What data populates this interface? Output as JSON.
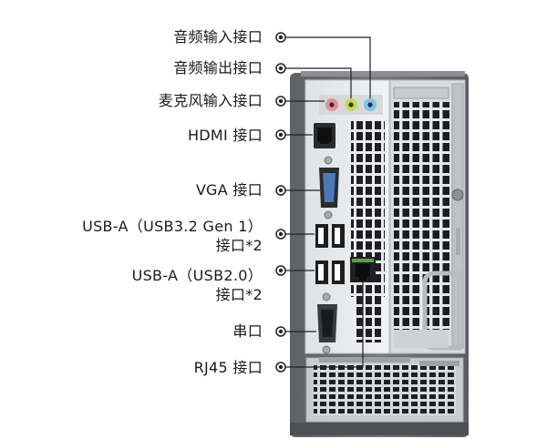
{
  "labels": [
    {
      "name": "audio-in-label",
      "text": "音频输入接口"
    },
    {
      "name": "audio-out-label",
      "text": "音频输出接口"
    },
    {
      "name": "mic-in-label",
      "text": "麦克风输入接口"
    },
    {
      "name": "hdmi-label",
      "text": "HDMI 接口"
    },
    {
      "name": "vga-label",
      "text": "VGA 接口"
    },
    {
      "name": "usb32-label-line1",
      "text": "USB-A（USB3.2 Gen 1）"
    },
    {
      "name": "usb32-label-line2",
      "text": "接口*2"
    },
    {
      "name": "usb20-label-line1",
      "text": "USB-A（USB2.0）"
    },
    {
      "name": "usb20-label-line2",
      "text": "接口*2"
    },
    {
      "name": "serial-label",
      "text": "串口"
    },
    {
      "name": "rj45-label",
      "text": "RJ45 接口"
    }
  ],
  "colors": {
    "chassis": "#6b6f74",
    "panel": "#e9eaec",
    "mic_port": "#e58f98",
    "audio_out_port": "#c7d85a",
    "audio_in_port": "#7fc4e6",
    "callout": "#222222"
  }
}
